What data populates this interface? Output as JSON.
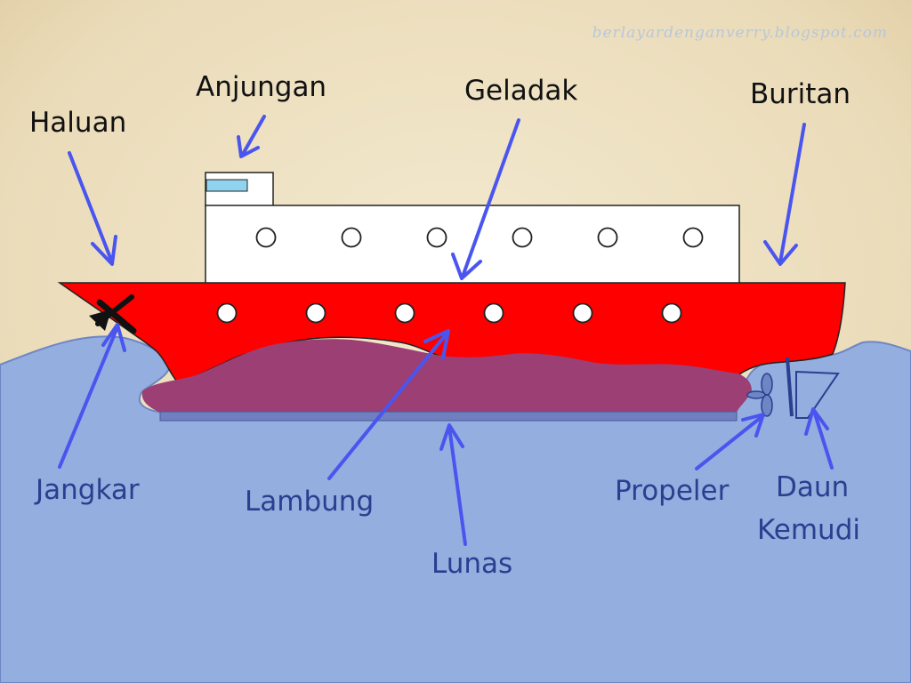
{
  "watermark": "berlayardenganverry.blogspot.com",
  "labels": {
    "haluan": "Haluan",
    "anjungan": "Anjungan",
    "geladak": "Geladak",
    "buritan": "Buritan",
    "jangkar": "Jangkar",
    "lambung": "Lambung",
    "lunas": "Lunas",
    "propeler": "Propeler",
    "daun_kemudi_line1": "Daun",
    "daun_kemudi_line2": "Kemudi"
  },
  "colors": {
    "parchment": "#efe3c6",
    "sea": "#93aedf",
    "hull_red": "#ff0000",
    "hull_bottom": "#9b3f74",
    "keel": "#6f7fc0",
    "superstructure": "#ffffff",
    "bridge_window": "#8fd3ee",
    "arrow": "#4a55f0",
    "label_dark": "#111111",
    "label_blue": "#2a3f8f"
  },
  "icons": [
    "anchor-icon",
    "propeller-icon",
    "rudder-icon"
  ]
}
